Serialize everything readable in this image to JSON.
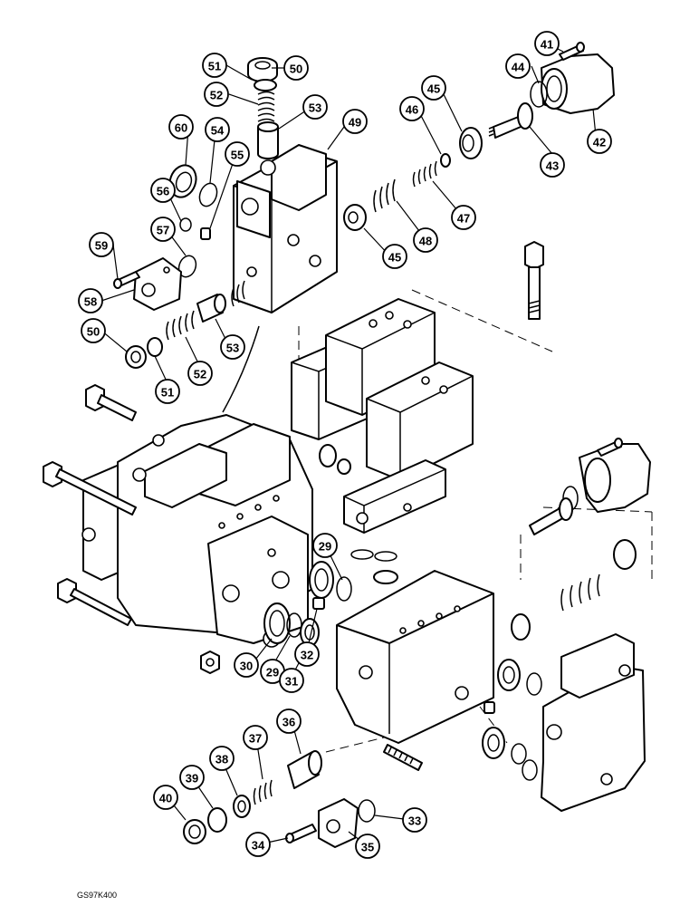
{
  "drawing_code": "GS97K400",
  "callouts": [
    {
      "id": "c41",
      "label": "41"
    },
    {
      "id": "c44",
      "label": "44"
    },
    {
      "id": "c42",
      "label": "42"
    },
    {
      "id": "c43",
      "label": "43"
    },
    {
      "id": "c45a",
      "label": "45"
    },
    {
      "id": "c46",
      "label": "46"
    },
    {
      "id": "c47",
      "label": "47"
    },
    {
      "id": "c48",
      "label": "48"
    },
    {
      "id": "c45b",
      "label": "45"
    },
    {
      "id": "c51a",
      "label": "51"
    },
    {
      "id": "c50a",
      "label": "50"
    },
    {
      "id": "c52a",
      "label": "52"
    },
    {
      "id": "c53a",
      "label": "53"
    },
    {
      "id": "c49",
      "label": "49"
    },
    {
      "id": "c60",
      "label": "60"
    },
    {
      "id": "c54",
      "label": "54"
    },
    {
      "id": "c55",
      "label": "55"
    },
    {
      "id": "c56",
      "label": "56"
    },
    {
      "id": "c57",
      "label": "57"
    },
    {
      "id": "c59",
      "label": "59"
    },
    {
      "id": "c58",
      "label": "58"
    },
    {
      "id": "c50b",
      "label": "50"
    },
    {
      "id": "c51b",
      "label": "51"
    },
    {
      "id": "c52b",
      "label": "52"
    },
    {
      "id": "c53b",
      "label": "53"
    },
    {
      "id": "c29a",
      "label": "29"
    },
    {
      "id": "c30",
      "label": "30"
    },
    {
      "id": "c29b",
      "label": "29"
    },
    {
      "id": "c31",
      "label": "31"
    },
    {
      "id": "c32",
      "label": "32"
    },
    {
      "id": "c36",
      "label": "36"
    },
    {
      "id": "c37",
      "label": "37"
    },
    {
      "id": "c38",
      "label": "38"
    },
    {
      "id": "c39",
      "label": "39"
    },
    {
      "id": "c40",
      "label": "40"
    },
    {
      "id": "c33",
      "label": "33"
    },
    {
      "id": "c34",
      "label": "34"
    },
    {
      "id": "c35",
      "label": "35"
    }
  ]
}
